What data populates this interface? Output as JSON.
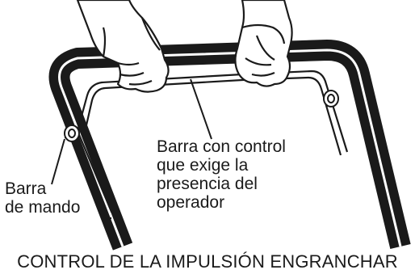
{
  "labels": {
    "operator_presence_bar": [
      "Barra con control",
      "que exige la",
      "presencia del",
      "operador"
    ],
    "control_bar": [
      "Barra",
      "de mando"
    ]
  },
  "caption": "CONTROL DE LA IMPULSIÓN ENGRANCHAR",
  "colors": {
    "ink": "#1a1a1a",
    "background": "#ffffff",
    "handle_fill": "#1a1a1a",
    "skin": "#ffffff"
  }
}
